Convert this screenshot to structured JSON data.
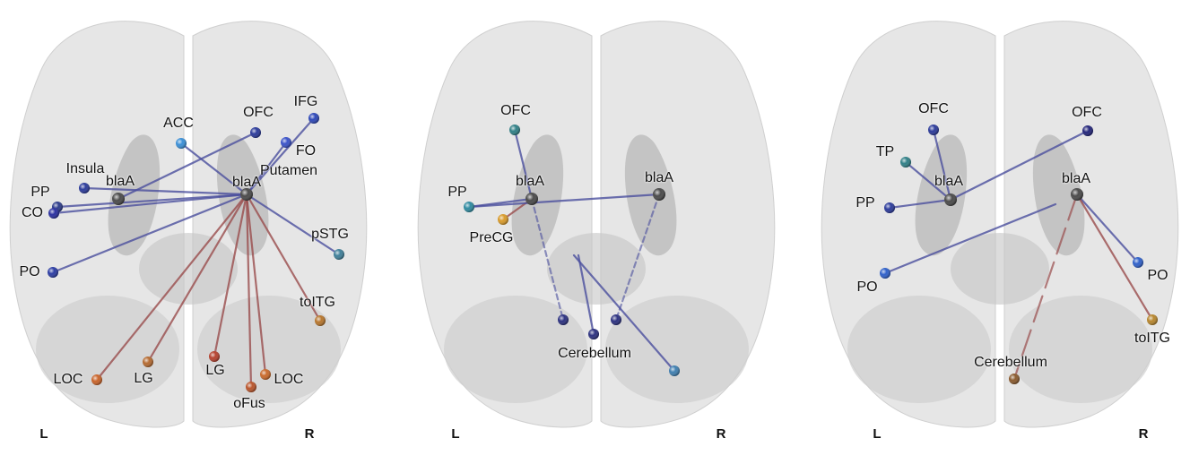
{
  "colors": {
    "edge_pos": "#9a4d4d",
    "edge_neg": "#4b4f9e",
    "brain_fill": "#dcdcdc",
    "deep_fill": "#b8b8b8"
  },
  "panels": [
    {
      "side_left": "L",
      "side_right": "R",
      "nodes": [
        {
          "label": "blaA",
          "color": "#4a4a4a"
        },
        {
          "label": "blaA",
          "color": "#4a4a4a"
        },
        {
          "label": "Insula",
          "color": "#2b3a9a"
        },
        {
          "label": "PP",
          "color": "#2c3b8a"
        },
        {
          "label": "CO",
          "color": "#2a2fa0"
        },
        {
          "label": "PO",
          "color": "#2b3ca3"
        },
        {
          "label": "ACC",
          "color": "#3b8fd6"
        },
        {
          "label": "OFC",
          "color": "#2b3a9a"
        },
        {
          "label": "IFG",
          "color": "#2d47b8"
        },
        {
          "label": "FO",
          "color": "#3a52c8"
        },
        {
          "label": "Putamen",
          "color": "#3a52c8"
        },
        {
          "label": "pSTG",
          "color": "#3f7f99"
        },
        {
          "label": "toITG",
          "color": "#b7762d"
        },
        {
          "label": "LOC",
          "color": "#c9642a"
        },
        {
          "label": "LG",
          "color": "#b56a30"
        },
        {
          "label": "LG",
          "color": "#b5412e"
        },
        {
          "label": "oFus",
          "color": "#b9552b"
        },
        {
          "label": "LOC",
          "color": "#c9692a"
        }
      ]
    },
    {
      "side_left": "L",
      "side_right": "R",
      "nodes": [
        {
          "label": "blaA",
          "color": "#4a4a4a"
        },
        {
          "label": "blaA",
          "color": "#4a4a4a"
        },
        {
          "label": "OFC",
          "color": "#2f7f86"
        },
        {
          "label": "PP",
          "color": "#2f8aa0"
        },
        {
          "label": "PreCG",
          "color": "#d89a2a"
        },
        {
          "label": "Cerebellum",
          "color": "#2c3180"
        },
        {
          "label": "",
          "color": "#2c3180"
        },
        {
          "label": "",
          "color": "#2c3180"
        },
        {
          "label": "",
          "color": "#3f7fb0"
        }
      ]
    },
    {
      "side_left": "L",
      "side_right": "R",
      "nodes": [
        {
          "label": "blaA",
          "color": "#4a4a4a"
        },
        {
          "label": "blaA",
          "color": "#4a4a4a"
        },
        {
          "label": "OFC",
          "color": "#2b3a9a"
        },
        {
          "label": "TP",
          "color": "#2f7f86"
        },
        {
          "label": "PP",
          "color": "#2b3a9a"
        },
        {
          "label": "PO",
          "color": "#2f60c9"
        },
        {
          "label": "OFC",
          "color": "#23257a"
        },
        {
          "label": "PO",
          "color": "#2f60c9"
        },
        {
          "label": "toITG",
          "color": "#b7862d"
        },
        {
          "label": "Cerebellum",
          "color": "#8a5a2e"
        }
      ]
    }
  ]
}
